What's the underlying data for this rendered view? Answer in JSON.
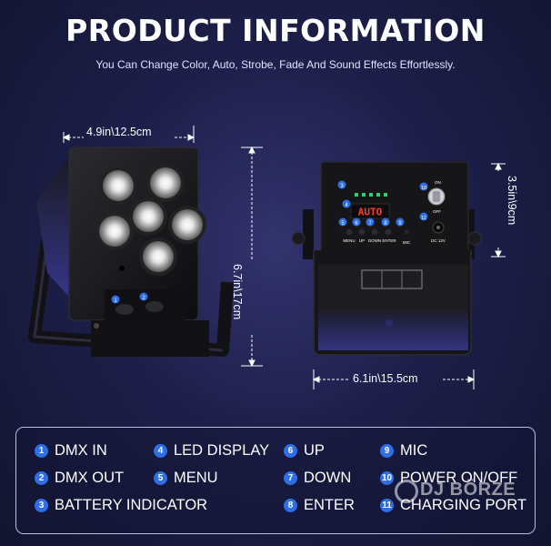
{
  "header": {
    "title": "PRODUCT INFORMATION",
    "subtitle": "You Can Change Color, Auto, Strobe, Fade And Sound Effects Effortlessly."
  },
  "dimensions": {
    "front_width": "4.9in\\12.5cm",
    "front_height": "6.7in\\17cm",
    "back_height": "3.5in\\9cm",
    "back_width": "6.1in\\15.5cm"
  },
  "device_back": {
    "display_text": "AUTO",
    "buttons": [
      "MENU",
      "UP",
      "DOWN",
      "ENTER"
    ],
    "mic_label": "MIC",
    "power_on_label": "ON",
    "power_off_label": "OFF",
    "dc_label": "DC 12V"
  },
  "legend": {
    "items": [
      {
        "num": "1",
        "label": "DMX IN"
      },
      {
        "num": "2",
        "label": "DMX OUT"
      },
      {
        "num": "3",
        "label": "BATTERY INDICATOR"
      },
      {
        "num": "4",
        "label": "LED DISPLAY"
      },
      {
        "num": "5",
        "label": "MENU"
      },
      {
        "num": "6",
        "label": "UP"
      },
      {
        "num": "7",
        "label": "DOWN"
      },
      {
        "num": "8",
        "label": "ENTER"
      },
      {
        "num": "9",
        "label": "MIC"
      },
      {
        "num": "10",
        "label": "POWER ON/OFF"
      },
      {
        "num": "11",
        "label": "CHARGING PORT"
      }
    ]
  },
  "watermark": "DJ BÖRZE",
  "colors": {
    "accent_blue": "#2f6fe6",
    "background": "#1d1f4a"
  }
}
